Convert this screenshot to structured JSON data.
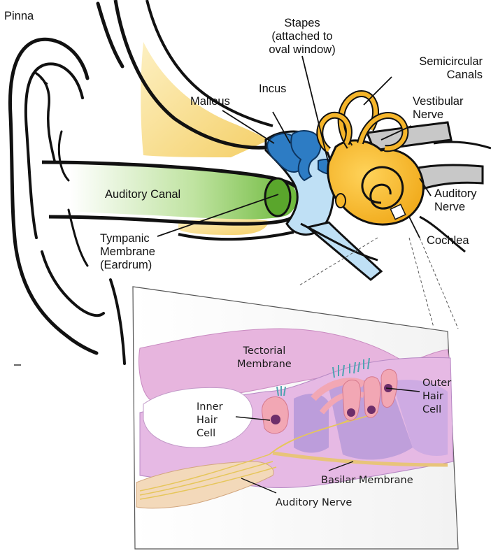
{
  "diagram": {
    "labels": {
      "pinna": "Pinna",
      "stapes": [
        "Stapes",
        "(attached to",
        "oval window)"
      ],
      "malleus": "Malleus",
      "incus": "Incus",
      "semicircular": [
        "Semicircular",
        "Canals"
      ],
      "vestibular": [
        "Vestibular",
        "Nerve"
      ],
      "auditory_canal": "Auditory Canal",
      "auditory_nerve_top": [
        "Auditory",
        "Nerve"
      ],
      "cochlea": "Cochlea",
      "tympanic": [
        "Tympanic",
        "Membrane",
        "(Eardrum)"
      ]
    },
    "inset": {
      "tectorial": [
        "Tectorial",
        "Membrane"
      ],
      "outer_hair": [
        "Outer",
        "Hair",
        "Cell"
      ],
      "inner_hair": [
        "Inner",
        "Hair",
        "Cell"
      ],
      "basilar": "Basilar Membrane",
      "auditory_nerve": "Auditory Nerve"
    },
    "colors": {
      "outline": "#111111",
      "auditory_canal_green": "#7cc242",
      "middle_ear_blue": "#bfe0f5",
      "ossicles_blue": "#2d7cc4",
      "cochlea_yellow": "#f5b52a",
      "bone_tan": "#f6d57a",
      "nerve_gray": "#c8c8c8",
      "inset_pink": "#e7b5de",
      "inset_purple": "#b79ad9",
      "hair_cell_pink": "#f2a7b4"
    }
  }
}
